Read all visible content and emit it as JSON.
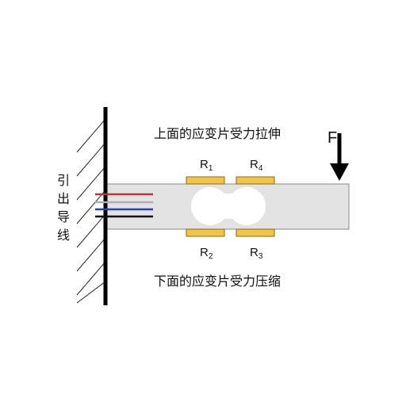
{
  "top_caption": "上面的应变片受力拉伸",
  "bottom_caption": "下面的应变片受力压缩",
  "lead_label": [
    "引",
    "出",
    "导",
    "线"
  ],
  "force_label": "F",
  "resistors": {
    "r1": {
      "base": "R",
      "sub": "1"
    },
    "r4": {
      "base": "R",
      "sub": "4"
    },
    "r2": {
      "base": "R",
      "sub": "2"
    },
    "r3": {
      "base": "R",
      "sub": "3"
    }
  },
  "colors": {
    "beam": "#e3e3e3",
    "beam_stroke": "#8a8a8a",
    "gauge": "#f2c44a",
    "gauge_stroke": "#8a6a10",
    "wire_red": "#b23a3a",
    "wire_gray": "#b0b0b0",
    "wire_blue": "#2a3fb8",
    "wire_black": "#111111"
  }
}
